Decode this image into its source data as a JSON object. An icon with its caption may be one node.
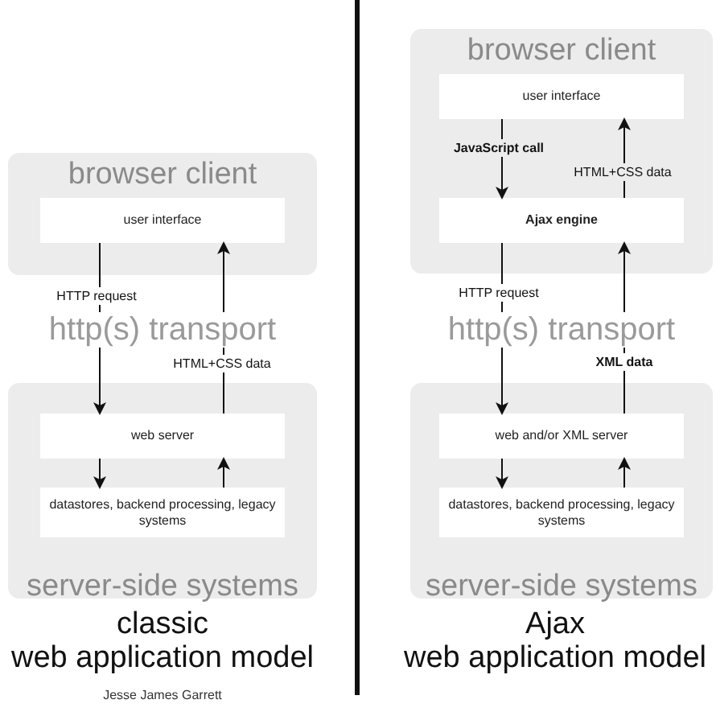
{
  "diagram": {
    "nodes": [
      {
        "text": [
          "browser client"
        ]
      },
      {
        "text": [
          "user interface"
        ],
        "in": 0
      },
      {
        "text": [
          "server-side systems"
        ]
      },
      {
        "text": [
          "web server"
        ],
        "in": 2
      },
      {
        "text": [
          "datastores, backend processing, legacy systems"
        ],
        "in": 2
      },
      {
        "text": [
          "browser client"
        ]
      },
      {
        "text": [
          "user interface"
        ],
        "in": 5
      },
      {
        "text": [
          "Ajax engine"
        ],
        "in": 5
      },
      {
        "text": [
          "server-side systems"
        ]
      },
      {
        "text": [
          "web and/or XML server"
        ],
        "in": 8
      },
      {
        "text": [
          "datastores, backend processing, legacy systems"
        ],
        "in": 8
      }
    ],
    "edges": [
      {
        "from": 1,
        "to": 3,
        "arrow": "to",
        "label": "HTTP request"
      },
      {
        "from": 3,
        "to": 1,
        "arrow": "to",
        "label": "HTML+CSS data"
      },
      {
        "from": 3,
        "to": 4,
        "arrow": "to"
      },
      {
        "from": 4,
        "to": 3,
        "arrow": "to"
      },
      {
        "from": 6,
        "to": 7,
        "arrow": "to",
        "label": "JavaScript call"
      },
      {
        "from": 7,
        "to": 6,
        "arrow": "to",
        "label": "HTML+CSS data"
      },
      {
        "from": 7,
        "to": 9,
        "arrow": "to",
        "label": "HTTP request"
      },
      {
        "from": 9,
        "to": 7,
        "arrow": "to",
        "label": "XML data"
      },
      {
        "from": 9,
        "to": 10,
        "arrow": "to"
      },
      {
        "from": 10,
        "to": 9,
        "arrow": "to"
      }
    ],
    "labels": [
      "http(s) transport",
      "http(s) transport",
      "classic",
      "web application model",
      "Ajax",
      "web application model",
      "Jesse James Garrett"
    ]
  }
}
